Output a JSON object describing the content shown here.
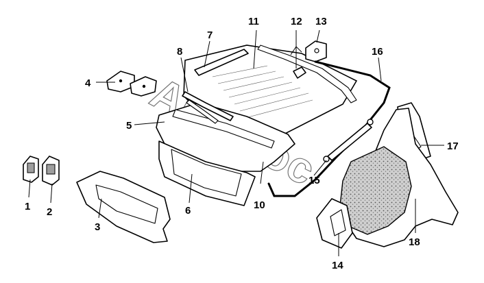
{
  "watermark": "Autodoc",
  "callouts": {
    "c1": "1",
    "c2": "2",
    "c3": "3",
    "c4": "4",
    "c5": "5",
    "c6": "6",
    "c7": "7",
    "c8": "8",
    "c9": "15",
    "c10": "10",
    "c11": "11",
    "c12": "12",
    "c13": "13",
    "c14": "14",
    "c16": "16",
    "c17": "17",
    "c18": "18"
  }
}
